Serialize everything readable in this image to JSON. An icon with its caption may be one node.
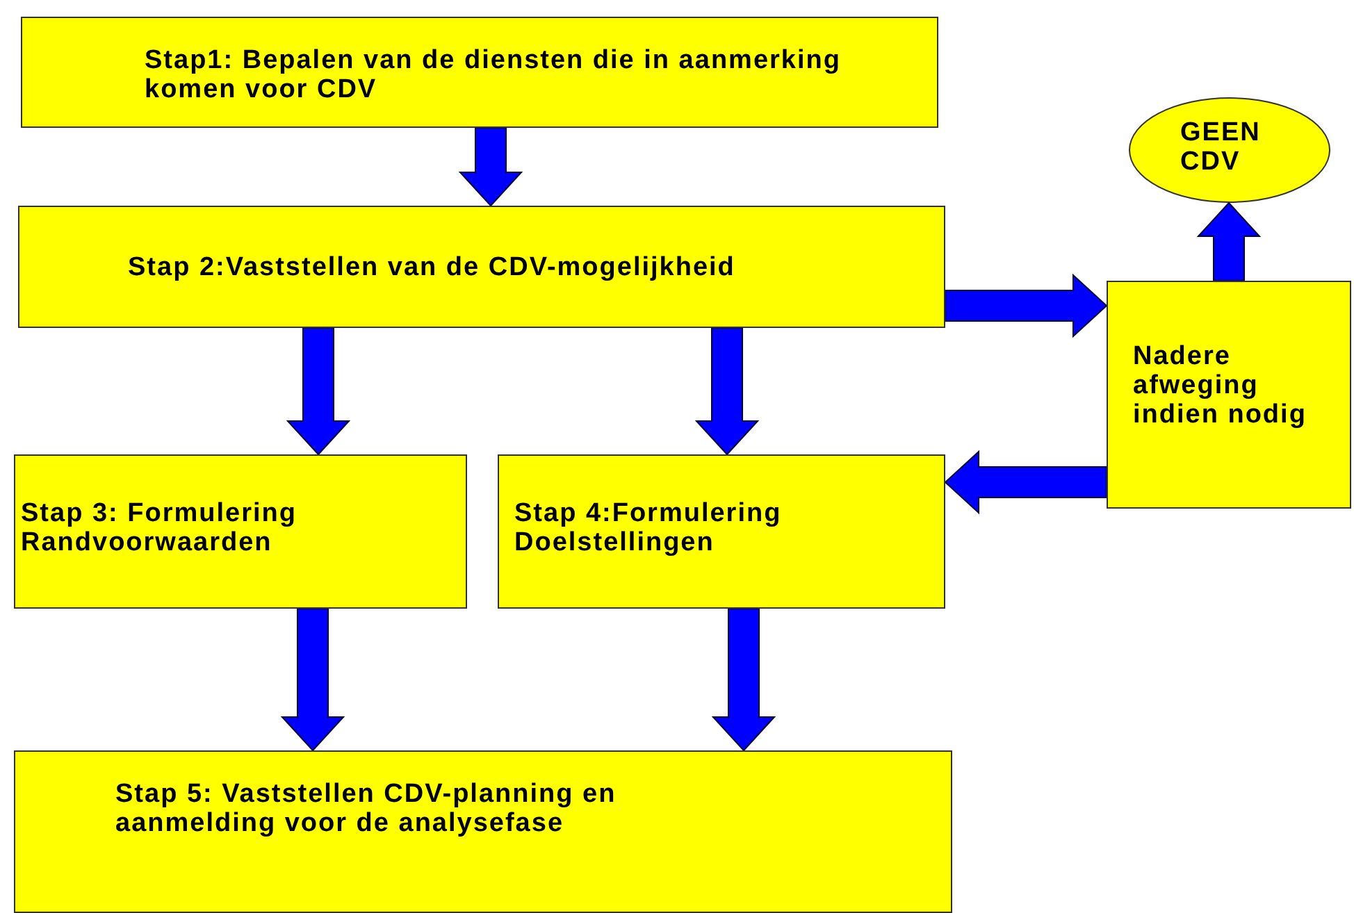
{
  "diagram": {
    "nodes": [
      {
        "text": [
          "Stap1: Bepalen van de diensten die in aanmerking komen voor CDV"
        ]
      },
      {
        "text": [
          "Stap 2:Vaststellen van de CDV-mogelijkheid"
        ]
      },
      {
        "text": [
          "Stap 3: Formulering Randvoorwaarden"
        ]
      },
      {
        "text": [
          "Stap 4:Formulering Doelstellingen"
        ]
      },
      {
        "text": [
          "Stap 5: Vaststellen CDV-planning en aanmelding voor de analysefase"
        ]
      },
      {
        "text": [
          "Nadere afweging indien nodig"
        ]
      },
      {
        "text": [
          "GEEN CDV"
        ]
      }
    ],
    "edges": [
      {
        "from": 0,
        "to": 1,
        "arrow": "to"
      },
      {
        "from": 1,
        "to": 2,
        "arrow": "to"
      },
      {
        "from": 1,
        "to": 3,
        "arrow": "to"
      },
      {
        "from": 2,
        "to": 4,
        "arrow": "to"
      },
      {
        "from": 3,
        "to": 4,
        "arrow": "to"
      },
      {
        "from": 1,
        "to": 5,
        "arrow": "to"
      },
      {
        "from": 5,
        "to": 3,
        "arrow": "to"
      },
      {
        "from": 5,
        "to": 6,
        "arrow": "to"
      }
    ]
  }
}
